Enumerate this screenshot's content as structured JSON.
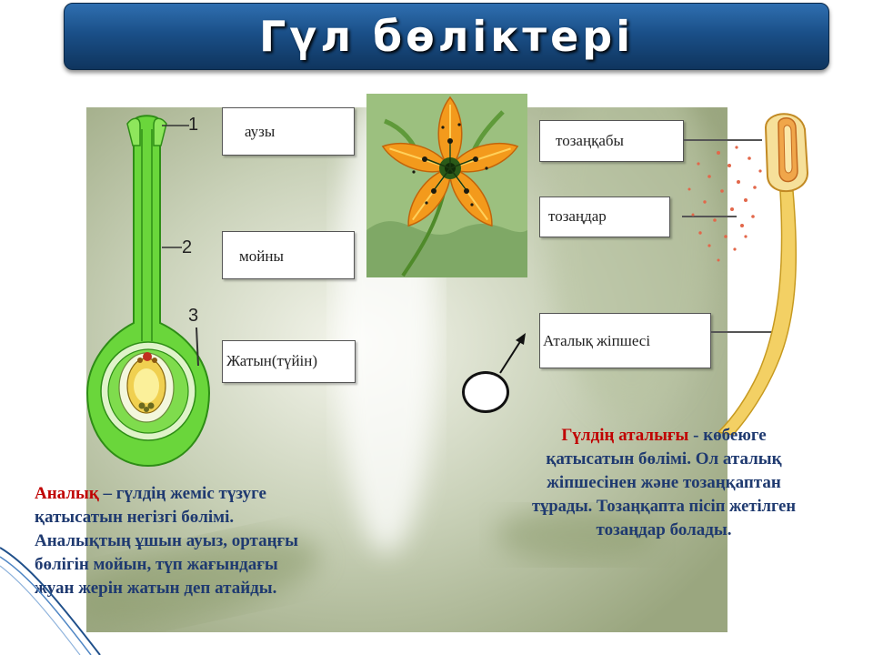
{
  "title": "Гүл бөліктері",
  "pistil": {
    "numbers": [
      "1",
      "2",
      "3"
    ],
    "labels": [
      "аузы",
      "мойны",
      "Жатын(түйін)"
    ]
  },
  "stamen": {
    "labels": [
      "тозаңқабы",
      "тозаңдар",
      "Аталық жіпшесі"
    ]
  },
  "pistil_text": {
    "term": "Аналық",
    "dash": " – ",
    "lines": [
      "гүлдің жеміс түзуге",
      "қатысатын негізгі бөлімі.",
      "Аналықтың ұшын ауыз, ортаңғы",
      "бөлігін мойын, түп жағындағы",
      "жуан жерін жатын деп атайды."
    ]
  },
  "stamen_text": {
    "term": "Гүлдің аталығы",
    "rest_first": " - көбеюге",
    "lines": [
      "қатысатын бөлімі. Ол аталық",
      "жіпшесінен және тозаңқаптан",
      "тұрады. Тозаңқапта пісіп жетілген",
      "тозаңдар болады."
    ]
  },
  "colors": {
    "term": "#c00000",
    "text": "#1f3a70",
    "pistil_green": "#66d33a",
    "title_blue": "#1a4f88"
  }
}
